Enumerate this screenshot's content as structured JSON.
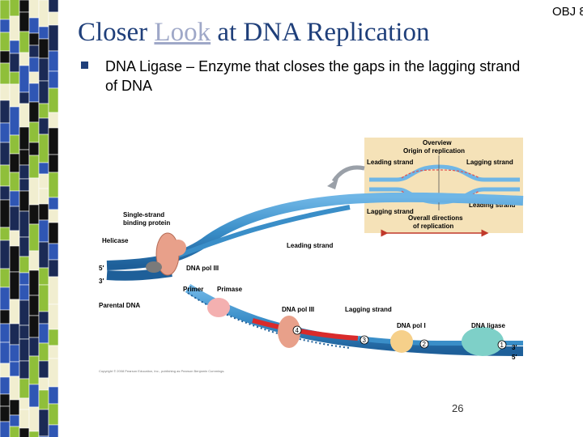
{
  "slide": {
    "title_before": "Closer ",
    "title_link": "Look",
    "title_after": " at DNA Replication",
    "objective": "OBJ 8",
    "bullet": "DNA Ligase – Enzyme that closes the gaps in the lagging strand of DNA",
    "page_number": "26"
  },
  "figure": {
    "overview_title": "Overview",
    "origin_label": "Origin of replication",
    "leading_strand_left": "Leading strand",
    "lagging_strand_right": "Lagging strand",
    "lagging_strand_left": "Lagging strand",
    "leading_strand_right": "Leading strand",
    "overall_directions": "Overall directions",
    "of_replication": "of replication",
    "single_strand": "Single-strand",
    "binding_protein": "binding protein",
    "helicase": "Helicase",
    "leading_strand_main": "Leading strand",
    "dna_pol_iii_top": "DNA pol III",
    "primer": "Primer",
    "primase": "Primase",
    "parental_dna": "Parental DNA",
    "dna_pol_iii_bottom": "DNA pol III",
    "lagging_strand_main": "Lagging strand",
    "dna_pol_i": "DNA pol I",
    "dna_ligase": "DNA ligase",
    "five_prime": "5′",
    "three_prime": "3′",
    "step_1": "1",
    "step_2": "2",
    "step_3": "3",
    "step_4": "4",
    "copyright": "Copyright © 2008 Pearson Education, Inc., publishing as Pearson Benjamin Cummings."
  },
  "colors": {
    "title": "#1f3f7a",
    "strip_dark": "#1b2a55",
    "strip_blue": "#2f56b4",
    "strip_green": "#8fbf3a",
    "strip_cream": "#f1eed0",
    "strip_black": "#111111",
    "dna_blue": "#3a8ec8",
    "new_strand_red": "#d92b2b",
    "overview_bg": "#f5e2b8"
  }
}
